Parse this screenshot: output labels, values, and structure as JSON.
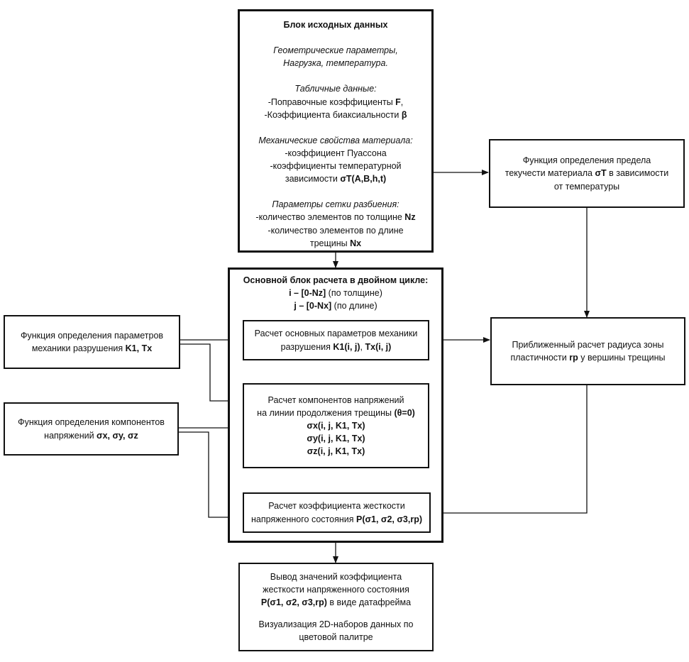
{
  "input_block": {
    "title": "Блок исходных данных",
    "geom": [
      "Геометрические параметры,",
      "Нагрузка, температура."
    ],
    "table_title": "Табличные данные:",
    "table_1": "-Поправочные коэффициенты ",
    "table_1_sym": "F",
    "table_1_end": ",",
    "table_2": "-Коэффициента биаксиальности ",
    "table_2_sym": "β",
    "mech_title": "Механические свойства материала:",
    "mech_1": "-коэффициент Пуассона",
    "mech_2": "-коэффициенты температурной",
    "mech_3": "зависимости ",
    "mech_3_sym": "σT(A,B,h,t)",
    "mesh_title": "Параметры сетки разбиения:",
    "mesh_1": "-количество элементов по толщине  ",
    "mesh_1_sym": "Nz",
    "mesh_2": "-количество элементов по длине",
    "mesh_3": "трещины ",
    "mesh_3_sym": "Nx"
  },
  "yield_block": {
    "l1": "Функция определения предела",
    "l2a": "текучести материала ",
    "l2b": "σT",
    "l2c": " в зависимости",
    "l3": "от температуры"
  },
  "main_block": {
    "title": "Основной блок расчета в двойном цикле:",
    "i_sym": "i – [0-Nz]",
    "i_txt": " (по толщине)",
    "j_sym": "j – [0-Nx]",
    "j_txt": " (по длине)"
  },
  "fracture_func": {
    "l1": "Функция определения параметров",
    "l2a": "механики разрушения ",
    "l2b": "K1, Tx"
  },
  "stress_func": {
    "l1": "Функция определения компонентов",
    "l2a": "напряжений ",
    "l2b": "σx, σy, σz"
  },
  "calc_fracture": {
    "l1": "Расчет основных параметров механики",
    "l2a": "разрушения ",
    "l2b": "K1(i, j)",
    "l2c": ", ",
    "l2d": "Tx(i, j)"
  },
  "calc_stress": {
    "l1": "Расчет компонентов напряжений",
    "l2a": "на линии продолжения трещины ",
    "l2b": "(θ=0)",
    "sx": "σx(i, j, K1, Tx)",
    "sy": "σy(i, j, K1, Tx)",
    "sz": "σz(i, j, K1, Tx)"
  },
  "calc_stiffness": {
    "l1": "Расчет коэффициента жесткости",
    "l2a": "напряженного состояния ",
    "l2b": "P(σ1, σ2, σ3,rp)"
  },
  "plastic_zone": {
    "l1": "Приближенный расчет радиуса зоны",
    "l2a": "пластичности ",
    "l2b": "rp",
    "l2c": " у вершины трещины"
  },
  "output_block": {
    "l1": "Вывод значений коэффициента",
    "l2": "жесткости напряженного состояния",
    "l3a": "P(σ1, σ2, σ3,rp)",
    "l3b": " в виде датафрейма",
    "l4": "Визуализация 2D-наборов данных по",
    "l5": "цветовой палитре"
  }
}
